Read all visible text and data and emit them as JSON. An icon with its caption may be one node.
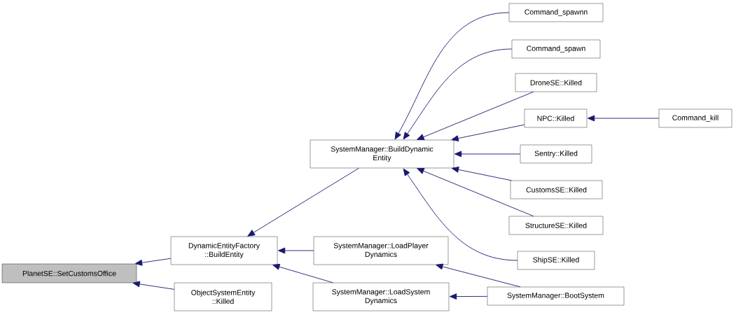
{
  "diagram": {
    "nodes": [
      {
        "text": [
          "PlanetSE::SetCustomsOffice"
        ]
      },
      {
        "text": [
          "DynamicEntityFactory ::BuildEntity"
        ]
      },
      {
        "text": [
          "ObjectSystemEntity ::Killed"
        ]
      },
      {
        "text": [
          "SystemManager::BuildDynamic Entity"
        ]
      },
      {
        "text": [
          "SystemManager::LoadPlayer Dynamics"
        ]
      },
      {
        "text": [
          "SystemManager::LoadSystem Dynamics"
        ]
      },
      {
        "text": [
          "Command_spawnn"
        ]
      },
      {
        "text": [
          "Command_spawn"
        ]
      },
      {
        "text": [
          "DroneSE::Killed"
        ]
      },
      {
        "text": [
          "NPC::Killed"
        ]
      },
      {
        "text": [
          "Command_kill"
        ]
      },
      {
        "text": [
          "Sentry::Killed"
        ]
      },
      {
        "text": [
          "CustomsSE::Killed"
        ]
      },
      {
        "text": [
          "StructureSE::Killed"
        ]
      },
      {
        "text": [
          "ShipSE::Killed"
        ]
      },
      {
        "text": [
          "SystemManager::BootSystem"
        ]
      }
    ],
    "edges": [
      {
        "from": 1,
        "to": 0,
        "arrow": "to"
      },
      {
        "from": 2,
        "to": 0,
        "arrow": "to"
      },
      {
        "from": 3,
        "to": 1,
        "arrow": "to"
      },
      {
        "from": 4,
        "to": 1,
        "arrow": "to"
      },
      {
        "from": 5,
        "to": 1,
        "arrow": "to"
      },
      {
        "from": 6,
        "to": 3,
        "arrow": "to"
      },
      {
        "from": 7,
        "to": 3,
        "arrow": "to"
      },
      {
        "from": 8,
        "to": 3,
        "arrow": "to"
      },
      {
        "from": 9,
        "to": 3,
        "arrow": "to"
      },
      {
        "from": 11,
        "to": 3,
        "arrow": "to"
      },
      {
        "from": 12,
        "to": 3,
        "arrow": "to"
      },
      {
        "from": 13,
        "to": 3,
        "arrow": "to"
      },
      {
        "from": 14,
        "to": 3,
        "arrow": "to"
      },
      {
        "from": 10,
        "to": 9,
        "arrow": "to"
      },
      {
        "from": 15,
        "to": 4,
        "arrow": "to"
      },
      {
        "from": 15,
        "to": 5,
        "arrow": "to"
      }
    ]
  }
}
